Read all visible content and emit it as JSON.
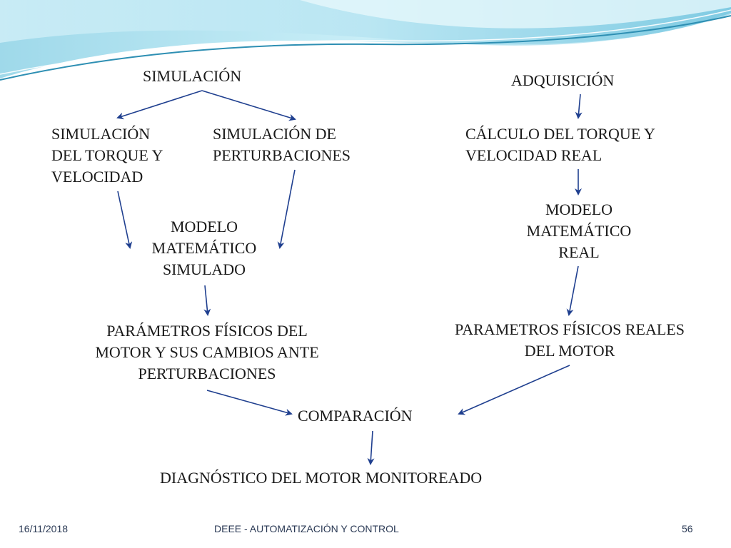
{
  "slide": {
    "nodes": {
      "simulacion": "SIMULACIÓN",
      "adquisicion": "ADQUISICIÓN",
      "sim_torque": [
        "SIMULACIÓN",
        "DEL TORQUE Y",
        "VELOCIDAD"
      ],
      "sim_perturbaciones": [
        "SIMULACIÓN DE",
        "PERTURBACIONES"
      ],
      "calculo_torque": [
        "CÁLCULO DEL TORQUE Y",
        "VELOCIDAD REAL"
      ],
      "modelo_simulado": [
        "MODELO",
        "MATEMÁTICO",
        "SIMULADO"
      ],
      "modelo_real": [
        "MODELO",
        "MATEMÁTICO",
        "REAL"
      ],
      "parametros_fisicos": [
        "PARÁMETROS FÍSICOS DEL",
        "MOTOR Y SUS CAMBIOS ANTE",
        "PERTURBACIONES"
      ],
      "parametros_reales": [
        "PARAMETROS FÍSICOS  REALES",
        "DEL MOTOR"
      ],
      "comparacion": "COMPARACIÓN",
      "diagnostico": "DIAGNÓSTICO DEL MOTOR MONITOREADO"
    },
    "footer": {
      "date": "16/11/2018",
      "title": "DEEE - AUTOMATIZACIÓN Y CONTROL",
      "page": "56"
    },
    "colors": {
      "arrow": "#1f3f8f",
      "banner_light": "#bfe6f2",
      "banner_mid": "#7cc7de",
      "banner_deep": "#3fa6c6"
    }
  }
}
